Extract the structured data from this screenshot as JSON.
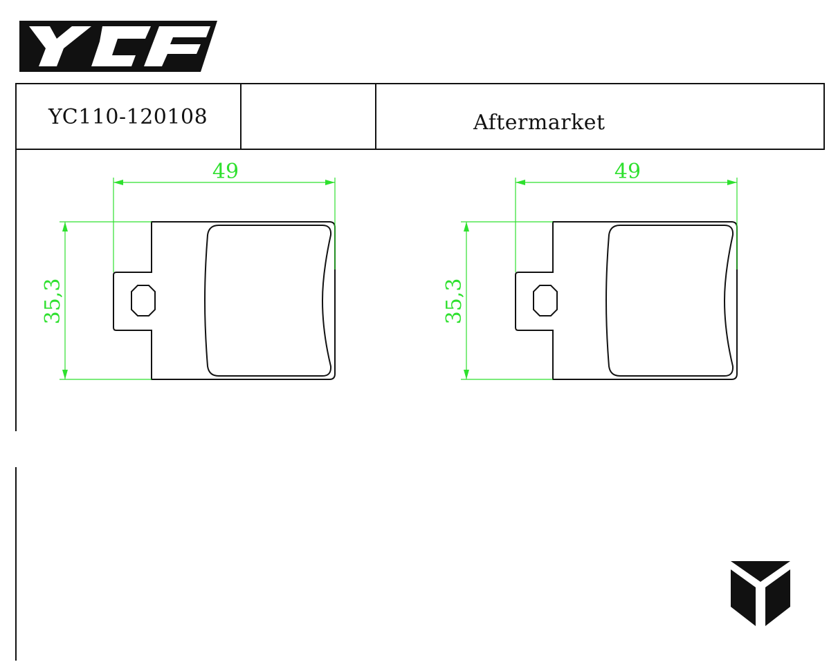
{
  "header": {
    "brand_logo": "YCF",
    "part_number": "YC110-120108",
    "middle_cell": "",
    "type": "Aftermarket"
  },
  "drawings": [
    {
      "name": "brake-pad-left",
      "width_label": "49",
      "height_label": "35,3"
    },
    {
      "name": "brake-pad-right",
      "width_label": "49",
      "height_label": "35,3"
    }
  ],
  "colors": {
    "dimension": "#2ee02e",
    "outline": "#111111"
  },
  "corner_logo": "Y-mark-icon"
}
